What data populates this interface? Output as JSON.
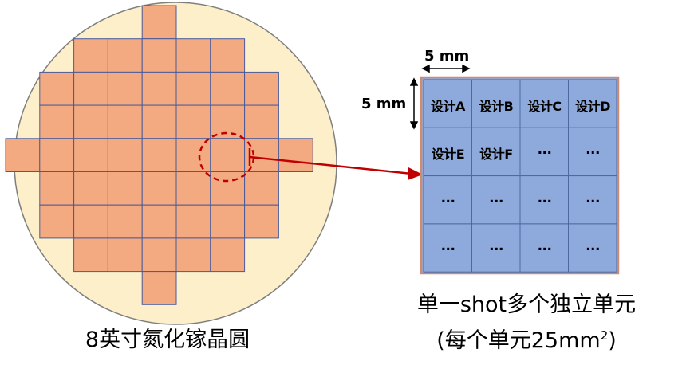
{
  "wafer": {
    "caption": "8英寸氮化镓晶圆",
    "colors": {
      "wafer_fill": "#fcefc9",
      "wafer_edge": "#7f7f7f",
      "die_fill": "#f3aa80",
      "die_edge": "#4a5a9a",
      "marker": "#c00000"
    }
  },
  "shot": {
    "width_label": "5 mm",
    "height_label": "5 mm",
    "cells": [
      "设计A",
      "设计B",
      "设计C",
      "设计D",
      "设计E",
      "设计F",
      "...",
      "...",
      "...",
      "...",
      "...",
      "...",
      "...",
      "...",
      "...",
      "..."
    ],
    "caption_line1": "单一shot多个独立单元",
    "caption_line2_prefix": "(每个单元25mm",
    "caption_line2_sup": "2",
    "caption_line2_suffix": ")",
    "colors": {
      "cell_fill": "#8ea9db",
      "cell_edge": "#4a6aa0",
      "border": "#d08a70"
    }
  }
}
